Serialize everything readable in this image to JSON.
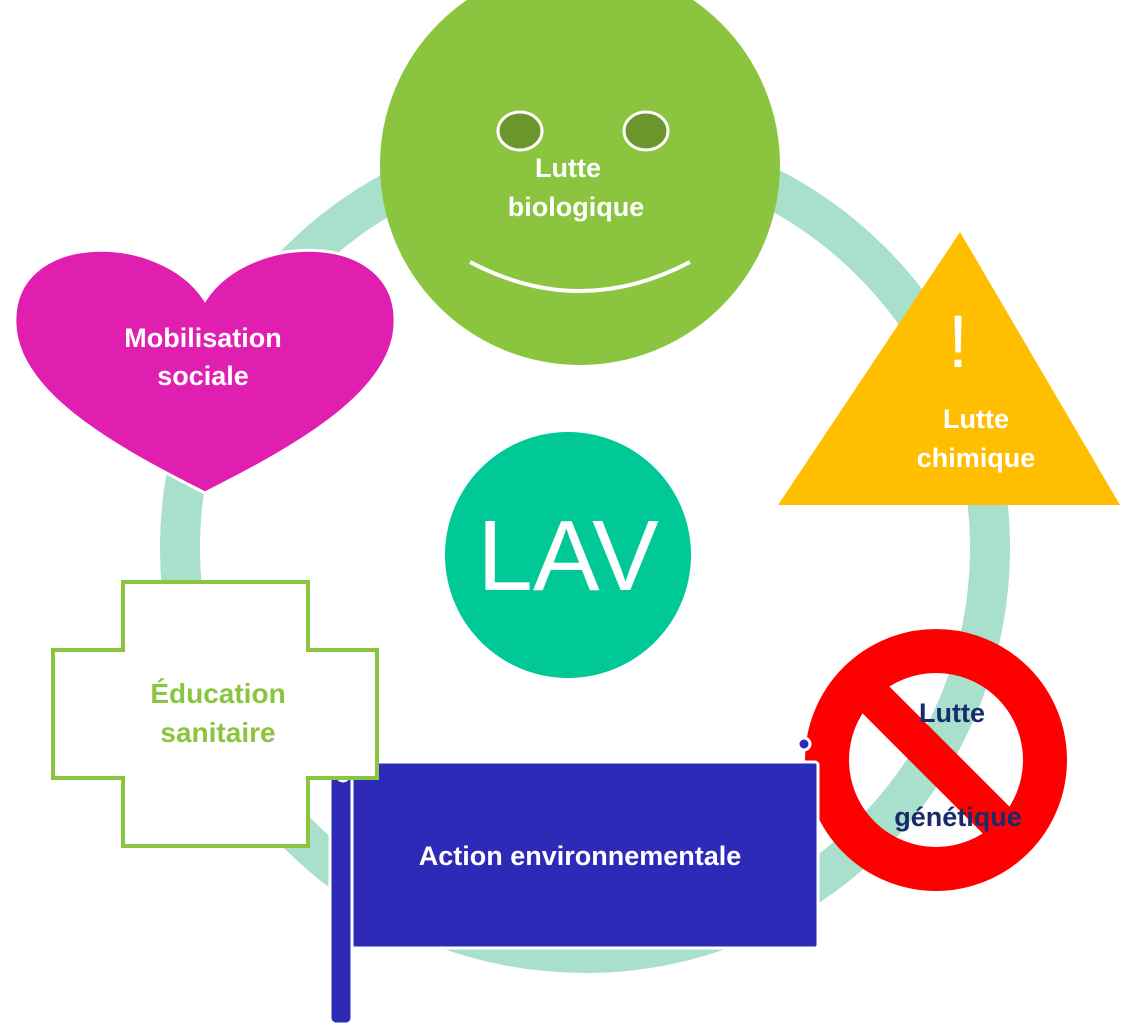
{
  "center": {
    "label": "LAV"
  },
  "nodes": {
    "biologique": {
      "line1": "Lutte",
      "line2": "biologique"
    },
    "chimique": {
      "line1": "Lutte",
      "line2": "chimique",
      "symbol": "!"
    },
    "genetique": {
      "line1": "Lutte",
      "line2": "génétique"
    },
    "environnementale": {
      "label": "Action environnementale"
    },
    "sanitaire": {
      "line1": "Éducation",
      "line2": "sanitaire"
    },
    "sociale": {
      "line1": "Mobilisation",
      "line2": "sociale"
    }
  },
  "colors": {
    "ring": "#a8e0cc",
    "center": "#00c896",
    "biologique": "#8bc43f",
    "smiley_eyes": "#6a962c",
    "chimique": "#ffbf00",
    "genetique_ring": "#ff0000",
    "genetique_text": "#1b2a6b",
    "environnementale": "#2e2ab8",
    "sanitaire": "#8bc43f",
    "sociale": "#e01fb0"
  }
}
